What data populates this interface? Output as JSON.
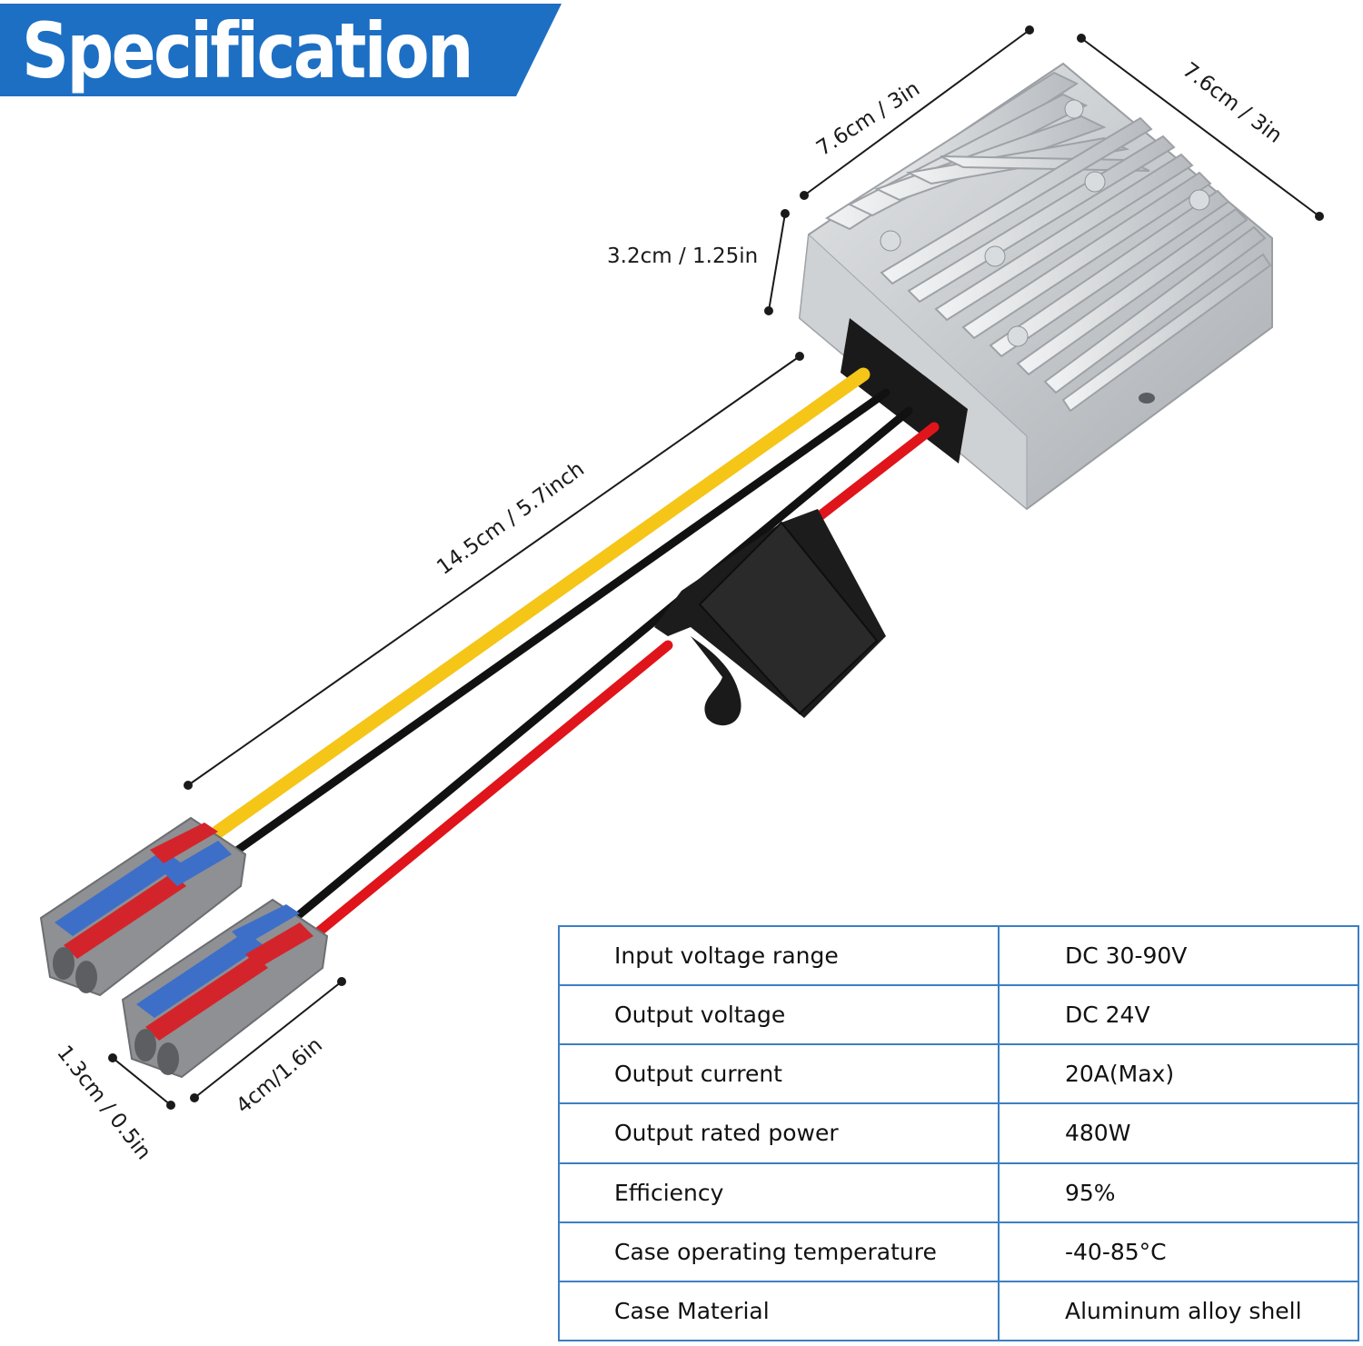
{
  "banner": {
    "title": "Specification",
    "color": "#1d6fc4"
  },
  "dimensions": {
    "length_top": "7.6cm / 3in",
    "length_right": "7.6cm / 3in",
    "height": "3.2cm / 1.25in",
    "cable_length": "14.5cm / 5.7inch",
    "connector_width": "1.3cm / 0.5in",
    "connector_length": "4cm/1.6in"
  },
  "wire_colors": {
    "yellow": "#f5c518",
    "black": "#111111",
    "red": "#e0141b"
  },
  "specs": [
    {
      "label": "Input voltage range",
      "value": "DC 30-90V"
    },
    {
      "label": "Output voltage",
      "value": "DC 24V"
    },
    {
      "label": "Output current",
      "value": "20A(Max)"
    },
    {
      "label": "Output rated power",
      "value": "480W"
    },
    {
      "label": "Efficiency",
      "value": "95%"
    },
    {
      "label": "Case operating temperature",
      "value": "-40-85°C"
    },
    {
      "label": "Case Material",
      "value": "Aluminum alloy shell"
    }
  ]
}
